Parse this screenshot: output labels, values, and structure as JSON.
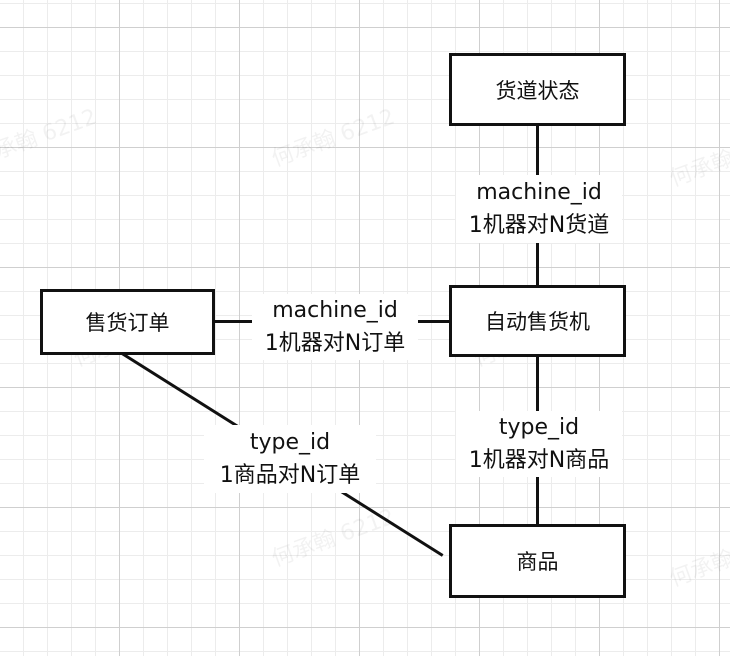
{
  "nodes": {
    "channel_status": "货道状态",
    "vending_machine": "自动售货机",
    "sales_order": "售货订单",
    "product": "商品"
  },
  "edges": {
    "machine_channel": {
      "key": "machine_id",
      "relation": "1机器对N货道"
    },
    "machine_order": {
      "key": "machine_id",
      "relation": "1机器对N订单"
    },
    "machine_product": {
      "key": "type_id",
      "relation": "1机器对N商品"
    },
    "product_order": {
      "key": "type_id",
      "relation": "1商品对N订单"
    }
  },
  "watermark": "何承翰 6212",
  "colors": {
    "stroke": "#111111",
    "background": "#ffffff",
    "grid": "#cfcfcf"
  }
}
